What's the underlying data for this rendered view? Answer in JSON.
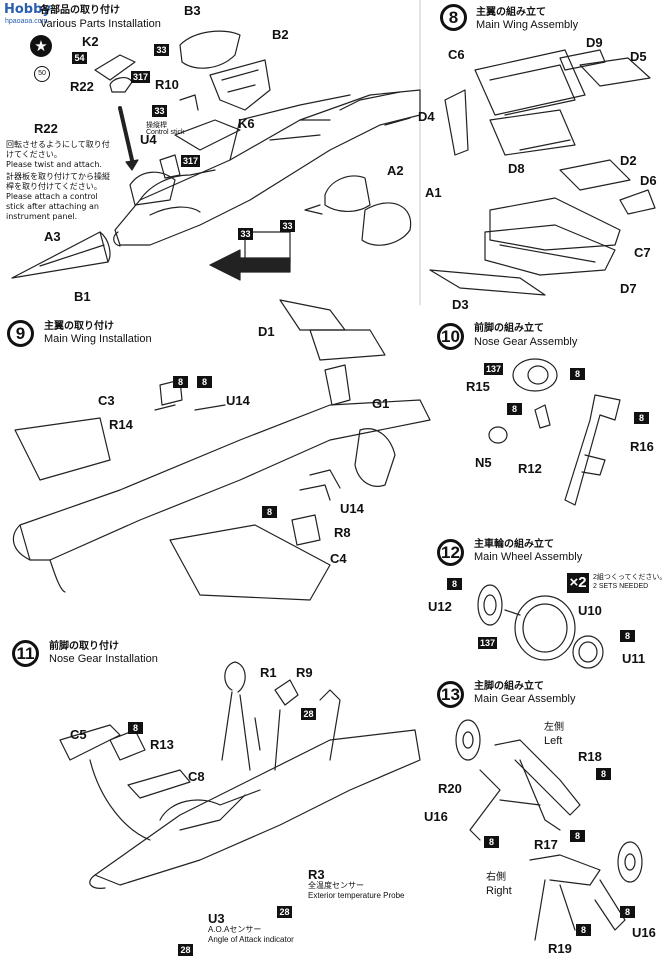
{
  "watermark": {
    "logo_text": "Hobby",
    "logo_url": "hpaoaoa.com"
  },
  "sec7": {
    "title_jp": "各部品の取り付け",
    "title_en": "Various Parts Installation",
    "badge_50": "50",
    "parts": [
      "B3",
      "B2",
      "K2",
      "R10",
      "R22",
      "U4",
      "K6",
      "A2",
      "A1",
      "A3",
      "B1"
    ],
    "badges": [
      "33",
      "54",
      "317",
      "33",
      "317",
      "33",
      "33"
    ],
    "control_stick_jp": "操縦桿",
    "control_stick_en": "Control stick",
    "note_r22_jp": "回転させるようにして取り付けてください。",
    "note_r22_en": "Please twist and attach.",
    "note_panel_jp": "計器板を取り付けてから操縦桿を取り付けてください。",
    "note_panel_en": "Please attach a control stick after attaching an instrument panel."
  },
  "sec8": {
    "num": "8",
    "title_jp": "主翼の組み立て",
    "title_en": "Main Wing Assembly",
    "parts": [
      "C6",
      "D9",
      "D5",
      "D4",
      "D8",
      "D2",
      "D6",
      "C7",
      "D7",
      "D3"
    ]
  },
  "sec9": {
    "num": "9",
    "title_jp": "主翼の取り付け",
    "title_en": "Main Wing Installation",
    "parts": [
      "D1",
      "G1",
      "C3",
      "R14",
      "U14",
      "U14",
      "R8",
      "C4"
    ],
    "badges": [
      "8",
      "8",
      "8"
    ]
  },
  "sec10": {
    "num": "10",
    "title_jp": "前脚の組み立て",
    "title_en": "Nose Gear Assembly",
    "parts": [
      "R15",
      "R16",
      "N5",
      "R12"
    ],
    "badges": [
      "137",
      "8",
      "8",
      "8"
    ]
  },
  "sec11": {
    "num": "11",
    "title_jp": "前脚の取り付け",
    "title_en": "Nose Gear Installation",
    "parts": [
      "R1",
      "R9",
      "C5",
      "R13",
      "C8",
      "R3",
      "U3"
    ],
    "badges": [
      "8",
      "28",
      "28",
      "28"
    ],
    "r3_jp": "全温度センサー",
    "r3_en": "Exterior temperature Probe",
    "u3_jp": "A.O.Aセンサー",
    "u3_en": "Angle of Attack indicator"
  },
  "sec12": {
    "num": "12",
    "title_jp": "主車輪の組み立て",
    "title_en": "Main Wheel Assembly",
    "times": "×2",
    "sets_jp": "2組つくってください。",
    "sets_en": "2 SETS NEEDED",
    "parts": [
      "U12",
      "U10",
      "U11"
    ],
    "badges": [
      "8",
      "137",
      "8"
    ]
  },
  "sec13": {
    "num": "13",
    "title_jp": "主脚の組み立て",
    "title_en": "Main Gear Assembly",
    "left_jp": "左側",
    "left_en": "Left",
    "right_jp": "右側",
    "right_en": "Right",
    "parts": [
      "R18",
      "R20",
      "U16",
      "R17",
      "R19",
      "U16"
    ],
    "badges": [
      "8",
      "8",
      "8",
      "8",
      "8"
    ]
  },
  "colors": {
    "ink": "#111111",
    "paper": "#ffffff"
  }
}
